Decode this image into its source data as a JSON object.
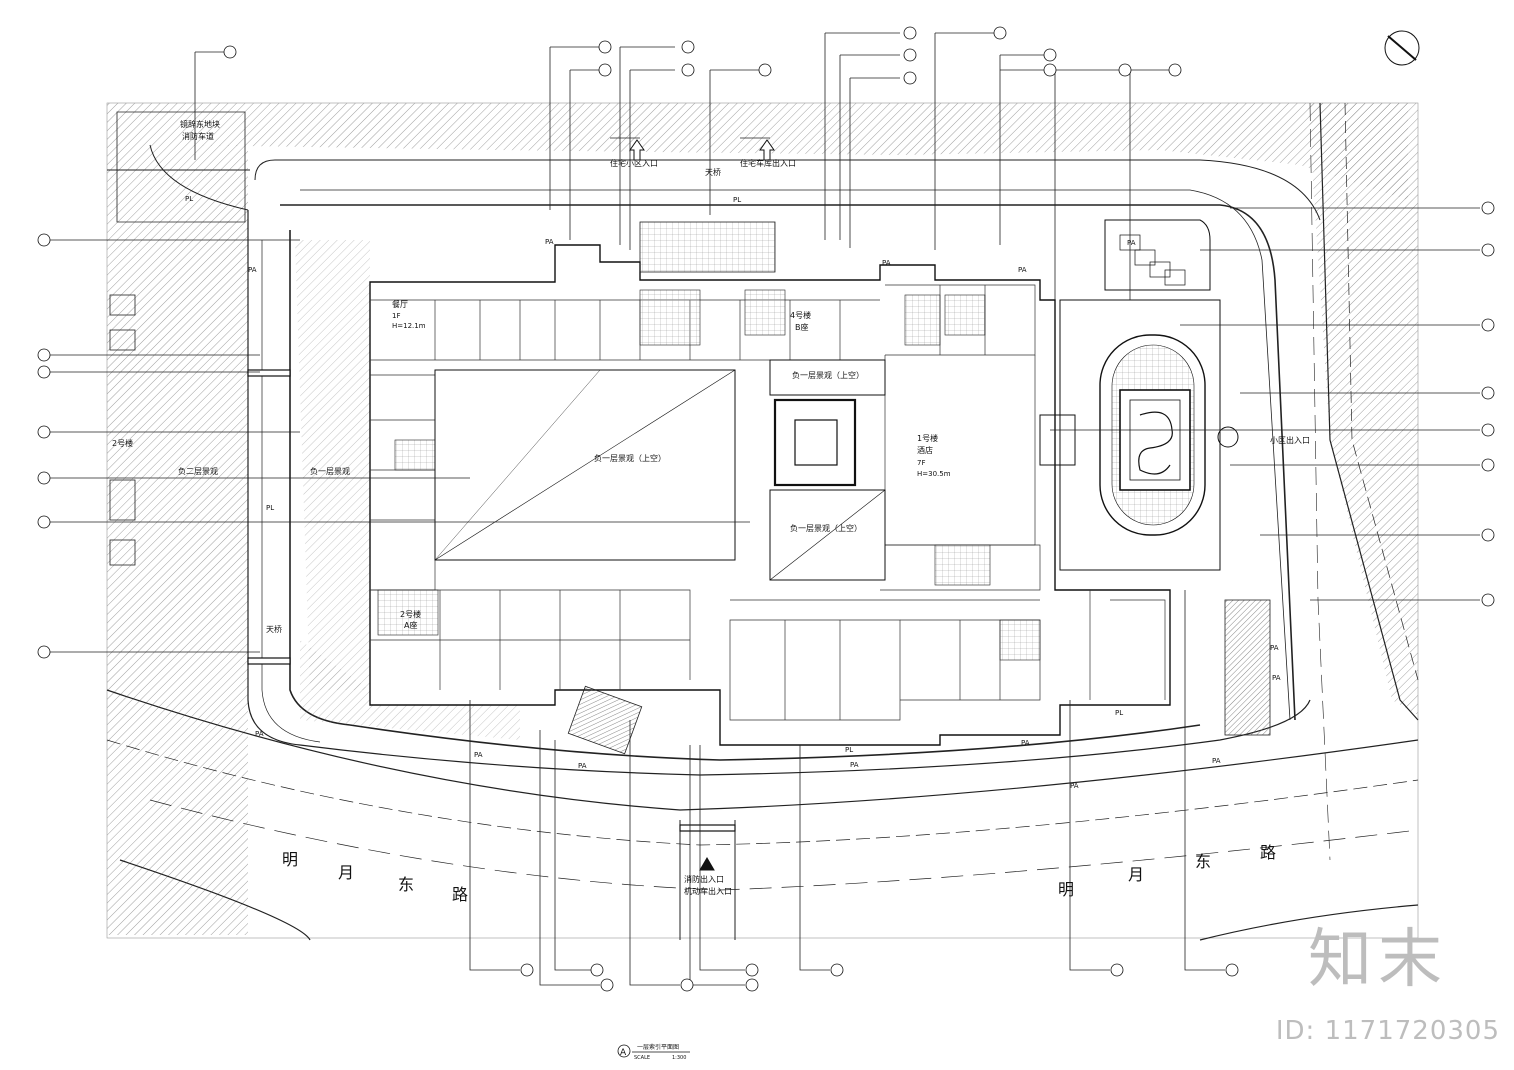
{
  "plan": {
    "top_zone_1": "镜辞东地块",
    "top_zone_2": "消防车道",
    "entrance_residential": "住宅小区入口",
    "overpass_top": "天桥",
    "entrance_parking": "住宅车库出入口",
    "overpass_left": "天桥",
    "restaurant_name": "餐厅",
    "restaurant_floors": "1F",
    "restaurant_height": "H=12.1m",
    "tower_b_name": "4号楼",
    "tower_b_sub": "B座",
    "landscape_center": "负一层景观（上空）",
    "landscape_top_right": "负一层景观（上空）",
    "landscape_lower": "负一层景观（上空）",
    "hotel_name": "1号楼",
    "hotel_type": "酒店",
    "hotel_floors": "7F",
    "hotel_height": "H=30.5m",
    "tower_a_name": "2号楼",
    "tower_a_sub": "A座",
    "left_tower_label": "2号楼",
    "landscape_b2": "负二层景观",
    "landscape_b1": "负一层景观",
    "east_entrance": "小区出入口",
    "fire_entrance": "消防出入口",
    "vehicle_entrance": "机动车出入口",
    "road_left_chars": [
      "明",
      "月",
      "东",
      "路"
    ],
    "road_right_chars": [
      "明",
      "月",
      "东",
      "路"
    ],
    "pa_tag": "PA",
    "pl_tag": "PL",
    "title_symbol": "A",
    "title_main": "一层索引平面图",
    "title_scale_label": "SCALE",
    "title_scale_value": "1:300"
  },
  "watermark": {
    "brand": "知末",
    "id_text": "ID: 1171720305"
  }
}
